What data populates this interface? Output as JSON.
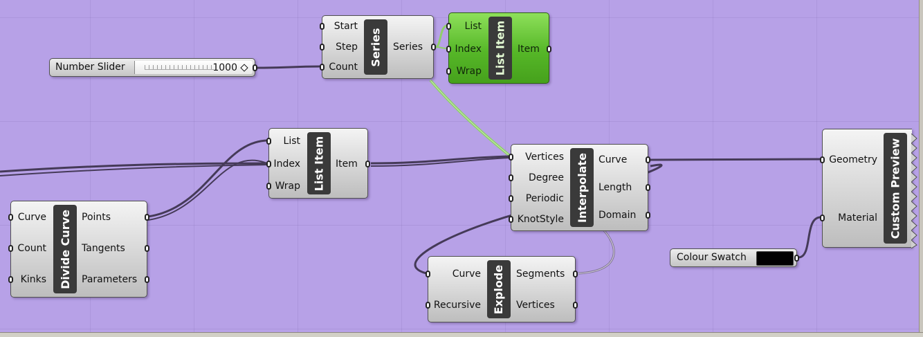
{
  "components": {
    "series": {
      "name": "Series",
      "inputs": [
        "Start",
        "Step",
        "Count"
      ],
      "outputs": [
        "Series"
      ]
    },
    "list_item_top": {
      "name": "List Item",
      "inputs": [
        "List",
        "Index",
        "Wrap"
      ],
      "outputs": [
        "Item"
      ],
      "state": "selected",
      "color": "#5cbf2a"
    },
    "number_slider": {
      "name": "Number Slider",
      "value": "1000"
    },
    "list_item_mid": {
      "name": "List Item",
      "inputs": [
        "List",
        "Index",
        "Wrap"
      ],
      "outputs": [
        "Item"
      ]
    },
    "interpolate": {
      "name": "Interpolate",
      "inputs": [
        "Vertices",
        "Degree",
        "Periodic",
        "KnotStyle"
      ],
      "outputs": [
        "Curve",
        "Length",
        "Domain"
      ]
    },
    "divide_curve": {
      "name": "Divide Curve",
      "inputs": [
        "Curve",
        "Count",
        "Kinks"
      ],
      "outputs": [
        "Points",
        "Tangents",
        "Parameters"
      ]
    },
    "explode": {
      "name": "Explode",
      "inputs": [
        "Curve",
        "Recursive"
      ],
      "outputs": [
        "Segments",
        "Vertices"
      ]
    },
    "custom_preview": {
      "name": "Custom Preview",
      "inputs": [
        "Geometry",
        "Material"
      ]
    },
    "colour_swatch": {
      "name": "Colour Swatch",
      "color": "#000000"
    }
  },
  "colors": {
    "canvas": "#b7a1e7",
    "wire": "#4a3d5e",
    "wire_selected": "#8fcf6a",
    "component": "#d0d0d0",
    "selected": "#5cbf2a"
  }
}
